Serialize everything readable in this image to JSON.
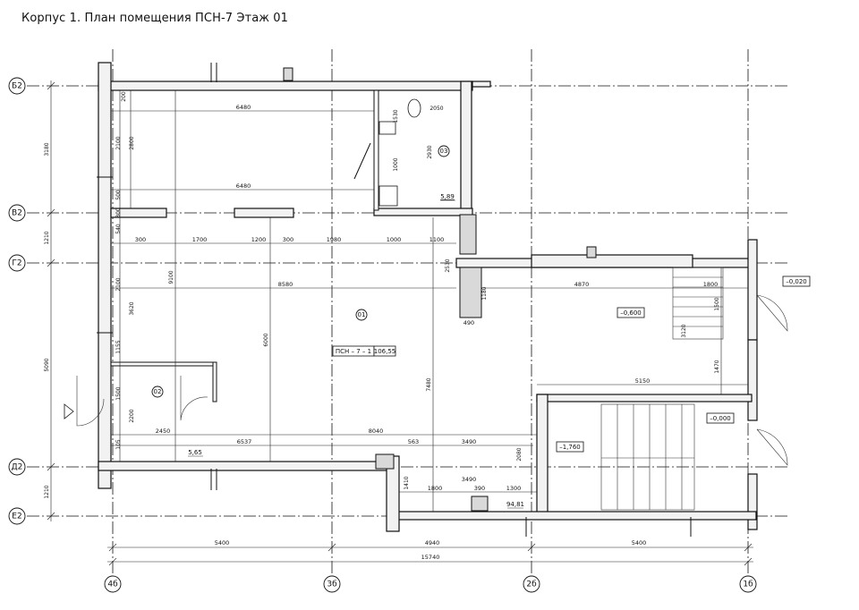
{
  "title": "Корпус 1. План помещения ПСН-7 Этаж 01",
  "axes": {
    "rows": [
      "Б2",
      "В2",
      "Г2",
      "Д2",
      "Е2"
    ],
    "cols": [
      "4б",
      "3б",
      "2б",
      "1б"
    ]
  },
  "bottom_dims": {
    "spans": [
      "5400",
      "4940",
      "5400"
    ],
    "total": "15740"
  },
  "left_dims": [
    "3180",
    "1210",
    "5090",
    "1210"
  ],
  "rooms": {
    "main": "01",
    "vestibule": "02",
    "wc": "03"
  },
  "labels": {
    "premise_id": "ПСН – 7 – 1",
    "premise_area": "106,55",
    "area_wc": "5,89",
    "area_vestibule": "5,65",
    "area_shaft": "94,81"
  },
  "levels": {
    "entry": "–0,020",
    "landing": "–0,600",
    "hall": "–0,000",
    "stair": "–1,760"
  },
  "interior_dims": {
    "top1": "6480",
    "top2": "6480",
    "mid_width": "8580",
    "right_width": "4870",
    "row_g": [
      "300",
      "1700",
      "1200",
      "300",
      "1980",
      "1000",
      "1100"
    ],
    "lower_8040": "8040",
    "lower_6537": "6537",
    "lower_2450": "2450",
    "lower_563": "563",
    "lower_3490a": "3490",
    "lower_3490b": "3490",
    "lower_1800": "1800",
    "lower_390": "390",
    "lower_1300": "1300",
    "stair_5150": "5150",
    "stair_1800": "1800",
    "col_490": "490",
    "v_9100": "9100",
    "v_6000": "6000",
    "v_7480": "7480",
    "v_3120": "3120",
    "v_1470": "1470",
    "v_1500": "1500",
    "v_2530": "2530",
    "v_2930": "2930",
    "v_2050": "2050",
    "v_2080": "2080",
    "v_1410": "1410",
    "v_1180": "1180",
    "v_1000": "1000",
    "v_1530": "1530",
    "left_v": [
      "200",
      "2100",
      "2800",
      "500",
      "300",
      "540",
      "2100",
      "3620",
      "1155",
      "1500",
      "2200",
      "105"
    ]
  }
}
